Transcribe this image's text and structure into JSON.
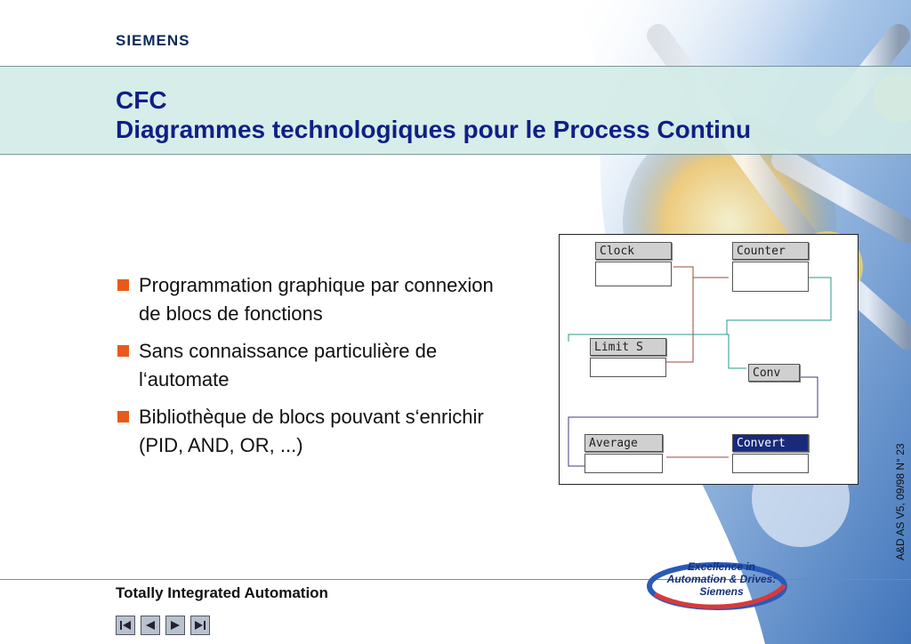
{
  "header": {
    "logo": "SIEMENS",
    "title_line1": "CFC",
    "title_line2": "Diagrammes technologiques pour le Process Continu"
  },
  "bullets": [
    {
      "text": "Programmation graphique par connexion de blocs de fonctions"
    },
    {
      "text": "Sans connaissance particulière de l‘automate"
    },
    {
      "text": "Bibliothèque de blocs pouvant s‘enrichir (PID, AND, OR, ...)"
    }
  ],
  "diagram": {
    "blocks": [
      {
        "name": "Clock"
      },
      {
        "name": "Counter"
      },
      {
        "name": "Limit S"
      },
      {
        "name": "Conv"
      },
      {
        "name": "Average"
      },
      {
        "name": "Convert"
      }
    ]
  },
  "footer": {
    "title": "Totally Integrated Automation",
    "side_note": "A&D AS V5, 09/98 N° 23",
    "badge_line1": "Excellence in",
    "badge_line2": "Automation & Drives:",
    "badge_line3": "Siemens"
  },
  "nav": {
    "icons": [
      "first-page-icon",
      "previous-page-icon",
      "next-page-icon",
      "last-page-icon"
    ]
  },
  "colors": {
    "title": "#0f1f86",
    "bullet": "#e85a1a",
    "band": "#d4ece8",
    "selected_block": "#1a2a7a"
  }
}
